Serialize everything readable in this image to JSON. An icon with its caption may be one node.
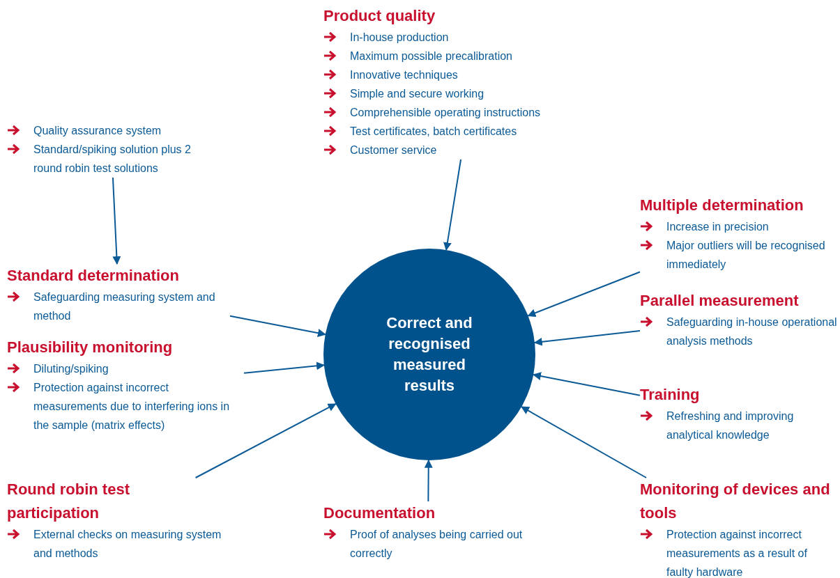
{
  "diagram": {
    "nodes": [
      {
        "text": [
          "Product quality",
          "In-house production",
          "Maximum possible precalibration",
          "Innovative techniques",
          "Simple and secure working",
          "Comprehensible operating instructions",
          "Test certificates, batch certificates",
          "Customer service"
        ]
      },
      {
        "text": [
          "Quality assurance system",
          "Standard/spiking solution plus 2 round robin test solutions"
        ]
      },
      {
        "text": [
          "Standard determination",
          "Safeguarding measuring system and method"
        ]
      },
      {
        "text": [
          "Plausibility monitoring",
          "Diluting/spiking",
          "Protection against incorrect measurements due to interfering ions in the sample (matrix effects)"
        ]
      },
      {
        "text": [
          "Round robin test participation",
          "External checks on measuring system and methods"
        ]
      },
      {
        "text": [
          "Documentation",
          "Proof of analyses being carried out correctly"
        ]
      },
      {
        "text": [
          "Correct and recognised measured results"
        ]
      },
      {
        "text": [
          "Multiple determination",
          "Increase in precision",
          "Major outliers will be recognised immediately"
        ]
      },
      {
        "text": [
          "Parallel measurement",
          "Safeguarding in-house operational analysis methods"
        ]
      },
      {
        "text": [
          "Training",
          "Refreshing and improving analytical knowledge"
        ]
      },
      {
        "text": [
          "Monitoring of devices and tools",
          "Protection against incorrect measurements as a result of faulty hardware"
        ]
      }
    ],
    "edges": [
      {
        "from": 0,
        "to": 6,
        "arrow": "to"
      },
      {
        "from": 1,
        "to": 2,
        "arrow": "to"
      },
      {
        "from": 2,
        "to": 6,
        "arrow": "to"
      },
      {
        "from": 3,
        "to": 6,
        "arrow": "to"
      },
      {
        "from": 4,
        "to": 6,
        "arrow": "to"
      },
      {
        "from": 5,
        "to": 6,
        "arrow": "to"
      },
      {
        "from": 7,
        "to": 6,
        "arrow": "to"
      },
      {
        "from": 8,
        "to": 6,
        "arrow": "to"
      },
      {
        "from": 9,
        "to": 6,
        "arrow": "to"
      },
      {
        "from": 10,
        "to": 6,
        "arrow": "to"
      }
    ]
  }
}
